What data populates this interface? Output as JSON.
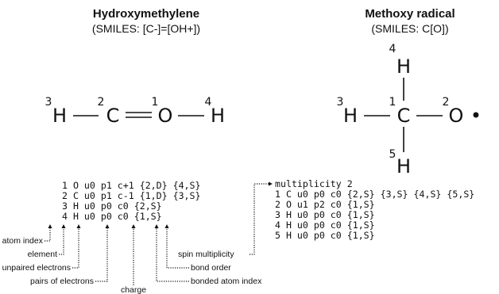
{
  "left": {
    "title": "Hydroxymethylene",
    "smiles": "(SMILES: [C-]=[OH+])",
    "atoms": [
      {
        "symbol": "H",
        "index": "3"
      },
      {
        "symbol": "C",
        "index": "2"
      },
      {
        "symbol": "O",
        "index": "1"
      },
      {
        "symbol": "H",
        "index": "4"
      }
    ],
    "adjacency_lines": [
      "1 O u0 p1 c+1 {2,D} {4,S}",
      "2 C u0 p1 c-1 {1,D} {3,S}",
      "3 H u0 p0 c0 {2,S}",
      "4 H u0 p0 c0 {1,S}"
    ],
    "legend": {
      "atom_index": "atom index",
      "element": "element",
      "unpaired": "unpaired electrons",
      "pairs": "pairs of electrons",
      "charge": "charge",
      "bonded_index": "bonded atom index",
      "bond_order": "bond order",
      "spin": "spin multiplicity"
    }
  },
  "right": {
    "title": "Methoxy radical",
    "smiles": "(SMILES: C[O])",
    "atoms": [
      {
        "symbol": "H",
        "index": "3"
      },
      {
        "symbol": "C",
        "index": "1"
      },
      {
        "symbol": "O",
        "index": "2"
      },
      {
        "symbol": "H",
        "index": "4"
      },
      {
        "symbol": "H",
        "index": "5"
      }
    ],
    "radical": "•",
    "multiplicity": "multiplicity 2",
    "adjacency_lines": [
      "1 C u0 p0 c0 {2,S} {3,S} {4,S} {5,S}",
      "2 O u1 p2 c0 {1,S}",
      "3 H u0 p0 c0 {1,S}",
      "4 H u0 p0 c0 {1,S}",
      "5 H u0 p0 c0 {1,S}"
    ]
  }
}
